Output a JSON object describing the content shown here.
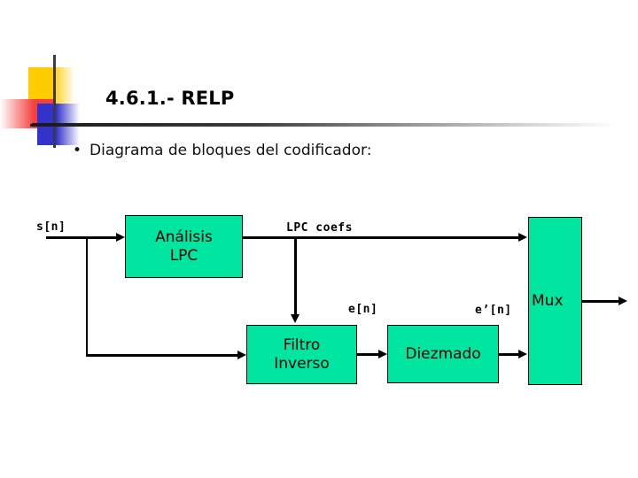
{
  "slide": {
    "title": "4.6.1.- RELP",
    "bullet_marker": "•",
    "bullet_text": "Diagrama de bloques del codificador:"
  },
  "diagram": {
    "type": "block-diagram",
    "accent_color": "#00e5a0",
    "stroke_color": "#000000",
    "blocks": [
      {
        "id": "analisis",
        "label_line1": "Análisis",
        "label_line2": "LPC"
      },
      {
        "id": "filtro",
        "label_line1": "Filtro",
        "label_line2": "Inverso"
      },
      {
        "id": "diezmado",
        "label_line1": "Diezmado",
        "label_line2": ""
      },
      {
        "id": "mux",
        "label_line1": "Mux",
        "label_line2": ""
      }
    ],
    "signal_labels": [
      {
        "id": "input",
        "text": "s[n]"
      },
      {
        "id": "lpc-coefs",
        "text": "LPC coefs"
      },
      {
        "id": "residual",
        "text": "e[n]"
      },
      {
        "id": "decimated",
        "text": "e’[n]"
      }
    ]
  },
  "logo": {
    "yellow": "#ffcc00",
    "red": "#f4413f",
    "blue": "#3333cc",
    "crosshair": "#262626"
  }
}
